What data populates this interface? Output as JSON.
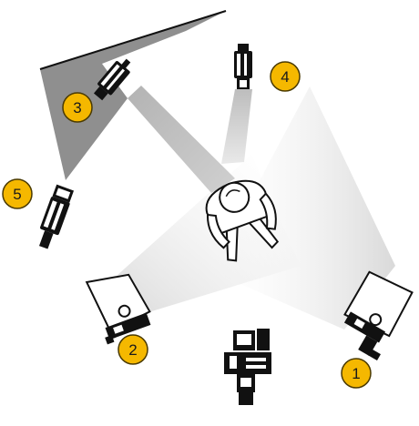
{
  "diagram": {
    "labels": [
      {
        "id": "light-1",
        "number": "1"
      },
      {
        "id": "light-2",
        "number": "2"
      },
      {
        "id": "light-3",
        "number": "3"
      },
      {
        "id": "light-4",
        "number": "4"
      },
      {
        "id": "light-5",
        "number": "5"
      }
    ],
    "colors": {
      "badge_fill": "#f5b800",
      "badge_stroke": "#4a3a00",
      "beam_light": "#e6e6e6",
      "background_panel": "#8c8c8c",
      "equipment": "#111111"
    },
    "icons": [
      "softbox-icon",
      "spotlight-icon",
      "video-camera-icon",
      "person-topdown-icon",
      "background-wall"
    ]
  }
}
